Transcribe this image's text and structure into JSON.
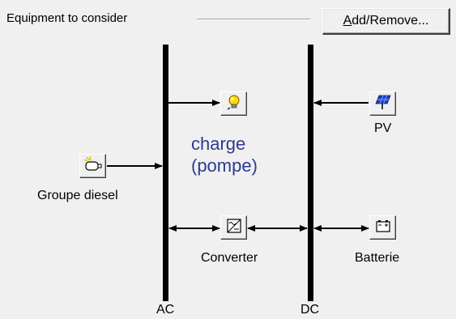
{
  "group": {
    "title": "Equipment to consider",
    "add_remove_button": {
      "mnemonic": "A",
      "label_rest": "dd/Remove..."
    }
  },
  "buses": {
    "ac": "AC",
    "dc": "DC"
  },
  "components": {
    "load": {
      "line1": "charge",
      "line2": "(pompe)",
      "icon": "lightbulb-icon"
    },
    "pv": {
      "label": "PV",
      "icon": "solar-panel-icon"
    },
    "generator": {
      "label": "Groupe diesel",
      "icon": "generator-icon"
    },
    "converter": {
      "label": "Converter",
      "icon": "converter-icon"
    },
    "battery": {
      "label": "Batterie",
      "icon": "battery-icon"
    }
  },
  "colors": {
    "bus_line": "#000000",
    "load_text": "#2e3b8f",
    "panel_bg": "#f0f0f0"
  }
}
